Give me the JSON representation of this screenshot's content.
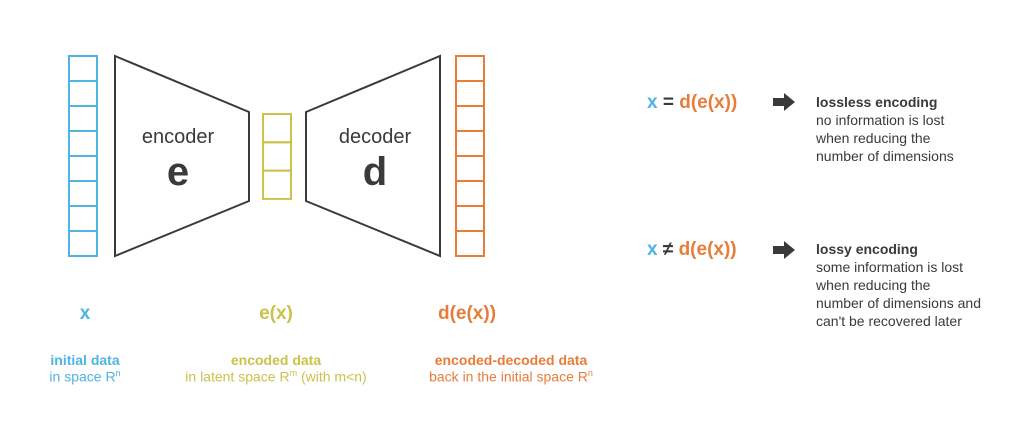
{
  "colors": {
    "input": "#4fb3e4",
    "latent": "#cbc24a",
    "output": "#e87c3a",
    "stroke": "#3a3a3a"
  },
  "encoder": {
    "word": "encoder",
    "symbol": "e"
  },
  "decoder": {
    "word": "decoder",
    "symbol": "d"
  },
  "vectors": {
    "input_cells": 8,
    "latent_cells": 3,
    "output_cells": 8
  },
  "variables": {
    "x": "x",
    "ex": "e(x)",
    "dex": "d(e(x))"
  },
  "captions": {
    "initial": {
      "title": "initial data",
      "sub": "in space R",
      "sup": "n"
    },
    "encoded": {
      "title": "encoded data",
      "sub_before": "in latent space R",
      "sup": "m",
      "sub_after": " (with m<n)"
    },
    "decoded": {
      "title": "encoded-decoded data",
      "sub": "back in the initial space R",
      "sup": "n"
    }
  },
  "equations": [
    {
      "lhs": "x",
      "op": " = ",
      "rhs": "d(e(x))",
      "title": "lossless encoding",
      "lines": [
        "no information is lost",
        "when reducing the",
        "number of dimensions"
      ]
    },
    {
      "lhs": "x",
      "op": " ≠ ",
      "rhs": "d(e(x))",
      "title": "lossy encoding",
      "lines": [
        "some information is lost",
        "when reducing the",
        "number of dimensions and",
        "can't be recovered later"
      ]
    }
  ],
  "icons": {
    "arrow": "right-arrow-icon"
  }
}
